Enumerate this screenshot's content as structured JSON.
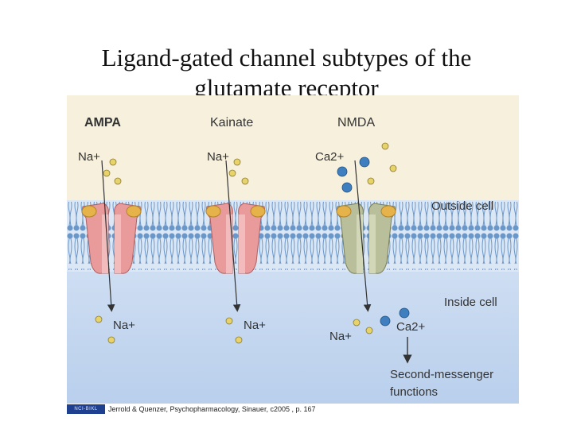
{
  "slide": {
    "title_line1": "Ligand-gated channel subtypes of the",
    "title_line2": "glutamate receptor"
  },
  "figure": {
    "channels": [
      {
        "name": "AMPA",
        "ion_out": "Na+",
        "ion_in": "Na+",
        "color": "#e99a9a"
      },
      {
        "name": "Kainate",
        "ion_out": "Na+",
        "ion_in": "Na+",
        "color": "#e99a9a"
      },
      {
        "name": "NMDA",
        "ion_out_1": "Ca2+",
        "ion_in_1": "Na+",
        "ion_in_2": "Ca2+",
        "color": "#b8bf9a"
      }
    ],
    "outside_label": "Outside cell",
    "inside_label": "Inside cell",
    "second_messenger_line1": "Second-messenger",
    "second_messenger_line2": "functions",
    "colors": {
      "outside": "#f6f0dc",
      "membrane_lipid": "#6a97c9",
      "inside": "#c6d8ef",
      "sodium_ion": "#e8d36a",
      "calcium_ion": "#3f7fc0",
      "ligand": "#e6b24a"
    }
  },
  "credit": {
    "logo_text": "NCI-BIKL",
    "text": "Jerrold & Quenzer, Psychopharmacology, Sinauer, c2005 , p. 167"
  }
}
